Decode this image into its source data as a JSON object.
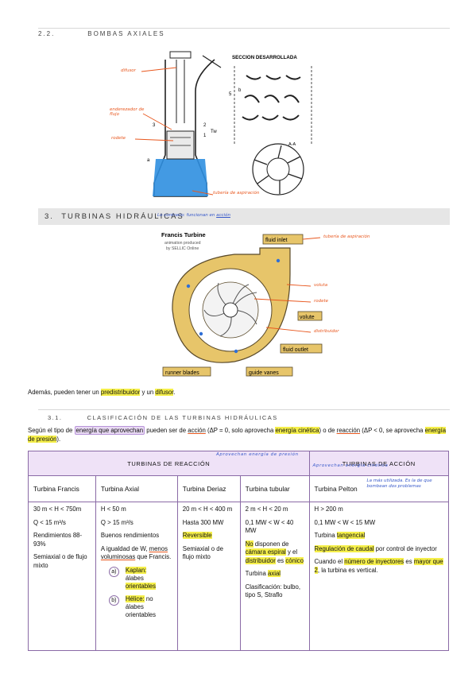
{
  "section_22": {
    "number": "2.2.",
    "title": "BOMBAS AXIALES"
  },
  "figure_pump": {
    "title": "SECCION DESARROLLADA",
    "annotations": [
      "difusor",
      "enderezador de flujo",
      "rodete",
      "tubería de aspiración"
    ],
    "section_letter": "A-A",
    "tw_label": "Tw",
    "labels": {
      "five": "5",
      "b": "b",
      "two": "2",
      "one": "1",
      "three": "3",
      "a": "a"
    }
  },
  "section_3": {
    "number": "3.",
    "title": "TURBINAS HIDRÁULICAS",
    "note_prefix": "Lo contrario: funcionan en",
    "note_link": "acción"
  },
  "figure_francis": {
    "title": "Francis Turbine",
    "credit": [
      "animation produced",
      "by SELLIC Online"
    ],
    "labels": {
      "inlet": "fluid inlet",
      "volute": "volute",
      "outlet": "fluid outlet",
      "runner": "runner blades",
      "guide": "guide vanes"
    },
    "annotations": [
      "tubería de aspiración",
      "voluta",
      "rodete",
      "distribuidor"
    ]
  },
  "paragraph_1": {
    "p1": "Además, pueden tener un ",
    "h1": "predistribuidor",
    "p2": " y un ",
    "h2": "difusor",
    "p3": "."
  },
  "section_31": {
    "number": "3.1.",
    "title": "CLASIFICACIÓN DE LAS TURBINAS HIDRÁULICAS"
  },
  "paragraph_2": {
    "a": "Según el tipo de ",
    "b": "energía que aprovechan",
    "c": " pueden ser de ",
    "d": "acción",
    "e": " (ΔP = 0, solo aprovecha ",
    "f": "energía cinética",
    "g": ") o de ",
    "h": "reacción",
    "i": " (ΔP < 0, se aprovecha ",
    "j": "energía de presión",
    "k": ")."
  },
  "table": {
    "group_reaction": "TURBINAS DE REACCIÓN",
    "group_reaction_note": "Aprovechan energía de presión",
    "group_action": "TURBINAS DE ACCIÓN",
    "group_action_note": "Aprovechan energía cinética",
    "headers": [
      "Turbina Francis",
      "Turbina Axial",
      "Turbina Deriaz",
      "Turbina tubular",
      "Turbina Pelton"
    ],
    "pelton_note": "La más utilizada. Es la de que bombean dos problemas",
    "francis": [
      "30 m < H < 750m",
      "Q < 15 m³/s",
      "Rendimientos 88-93%",
      "Semiaxial o de flujo mixto"
    ],
    "axial": {
      "p1": "H < 50 m",
      "p2": "Q > 15 m³/s",
      "p3": "Buenos rendimientos",
      "p4a": "A igualdad de W, ",
      "p4b": "menos voluminosas",
      "p4c": " que Francis.",
      "sub_a_label": "a)",
      "sub_a_name": "Kaplan:",
      "sub_a_t1": "álabes",
      "sub_a_t2": "orientables",
      "sub_b_label": "b)",
      "sub_b_name": "Hélice:",
      "sub_b_text": "no álabes orientables"
    },
    "deriaz": [
      "20 m < H < 400 m",
      "Hasta 300 MW",
      "Reversible",
      "Semiaxial o de flujo mixto"
    ],
    "tubular": {
      "p1": "2 m < H < 20 m",
      "p2": "0,1 MW < W < 40 MW",
      "p3a": "No",
      "p3b": " disponen de ",
      "p3c": "cámara espiral",
      "p3d": " y el ",
      "p3e": "distribuidor",
      "p3f": " es ",
      "p3g": "cónico",
      "p4a": "Turbina ",
      "p4b": "axial",
      "p5": "Clasificación: bulbo, tipo S, Straflo"
    },
    "pelton": {
      "p1": "H > 200 m",
      "p2": "0,1 MW < W < 15 MW",
      "p3a": "Turbina ",
      "p3b": "tangencial",
      "p4a": "Regulación de caudal",
      "p4b": " por control de inyector",
      "p5a": "Cuando el ",
      "p5b": "número de inyectores",
      "p5c": " es ",
      "p5d": "mayor que 2",
      "p5e": ", la turbina es vertical."
    }
  },
  "colors": {
    "highlight": "#f5ef4a",
    "purple": "#8a6aa6",
    "note_orange": "#e8571e",
    "note_blue": "#3557c9",
    "francis_body": "#e7c56a"
  }
}
